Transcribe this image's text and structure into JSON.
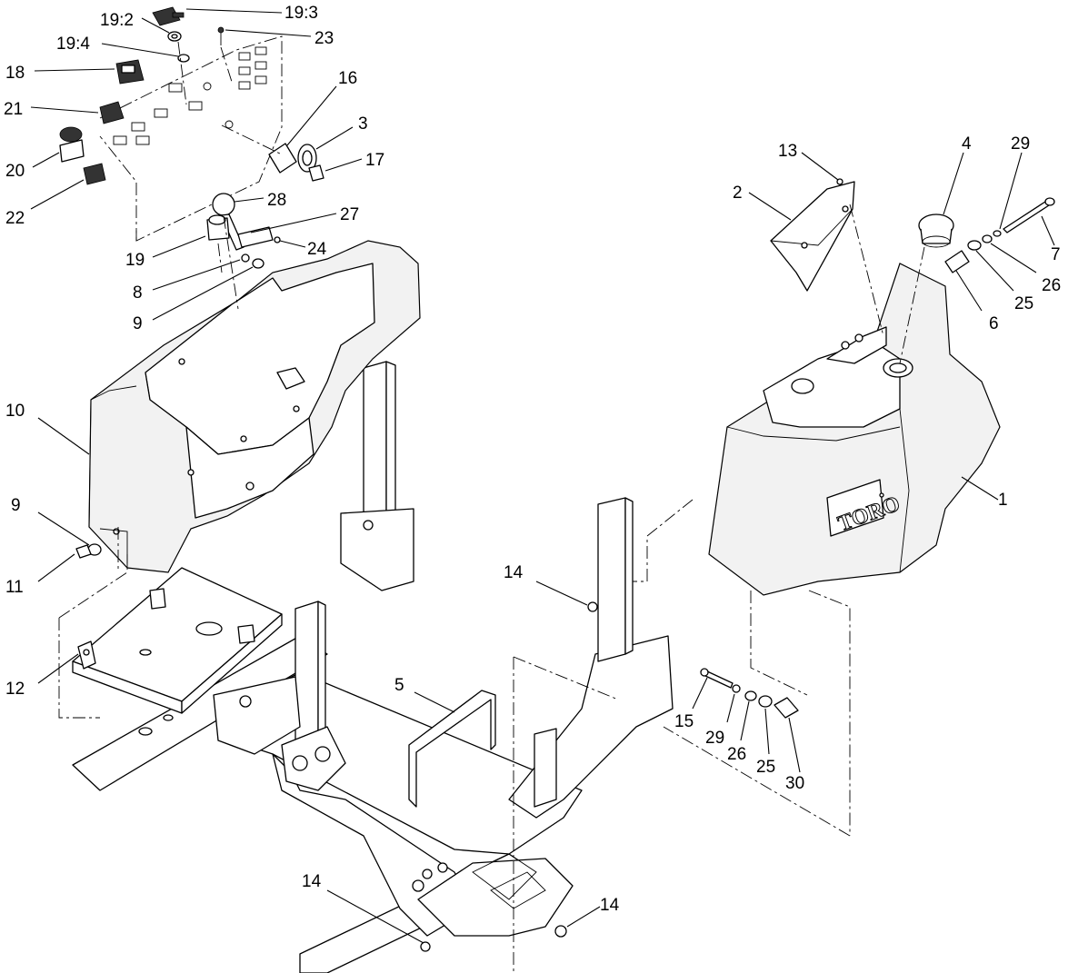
{
  "logo_text": "TORO",
  "callouts": [
    {
      "id": "c-19-3",
      "text": "19:3"
    },
    {
      "id": "c-19-2",
      "text": "19:2"
    },
    {
      "id": "c-23",
      "text": "23"
    },
    {
      "id": "c-19-4",
      "text": "19:4"
    },
    {
      "id": "c-18",
      "text": "18"
    },
    {
      "id": "c-16",
      "text": "16"
    },
    {
      "id": "c-21",
      "text": "21"
    },
    {
      "id": "c-3",
      "text": "3"
    },
    {
      "id": "c-20",
      "text": "20"
    },
    {
      "id": "c-17",
      "text": "17"
    },
    {
      "id": "c-22",
      "text": "22"
    },
    {
      "id": "c-28",
      "text": "28"
    },
    {
      "id": "c-27",
      "text": "27"
    },
    {
      "id": "c-19",
      "text": "19"
    },
    {
      "id": "c-24",
      "text": "24"
    },
    {
      "id": "c-8",
      "text": "8"
    },
    {
      "id": "c-9a",
      "text": "9"
    },
    {
      "id": "c-13",
      "text": "13"
    },
    {
      "id": "c-4",
      "text": "4"
    },
    {
      "id": "c-29a",
      "text": "29"
    },
    {
      "id": "c-2",
      "text": "2"
    },
    {
      "id": "c-7",
      "text": "7"
    },
    {
      "id": "c-26a",
      "text": "26"
    },
    {
      "id": "c-25a",
      "text": "25"
    },
    {
      "id": "c-6",
      "text": "6"
    },
    {
      "id": "c-10",
      "text": "10"
    },
    {
      "id": "c-1",
      "text": "1"
    },
    {
      "id": "c-9b",
      "text": "9"
    },
    {
      "id": "c-11",
      "text": "11"
    },
    {
      "id": "c-14a",
      "text": "14"
    },
    {
      "id": "c-12",
      "text": "12"
    },
    {
      "id": "c-5",
      "text": "5"
    },
    {
      "id": "c-15",
      "text": "15"
    },
    {
      "id": "c-29b",
      "text": "29"
    },
    {
      "id": "c-26b",
      "text": "26"
    },
    {
      "id": "c-25b",
      "text": "25"
    },
    {
      "id": "c-30",
      "text": "30"
    },
    {
      "id": "c-14b",
      "text": "14"
    },
    {
      "id": "c-14c",
      "text": "14"
    }
  ]
}
